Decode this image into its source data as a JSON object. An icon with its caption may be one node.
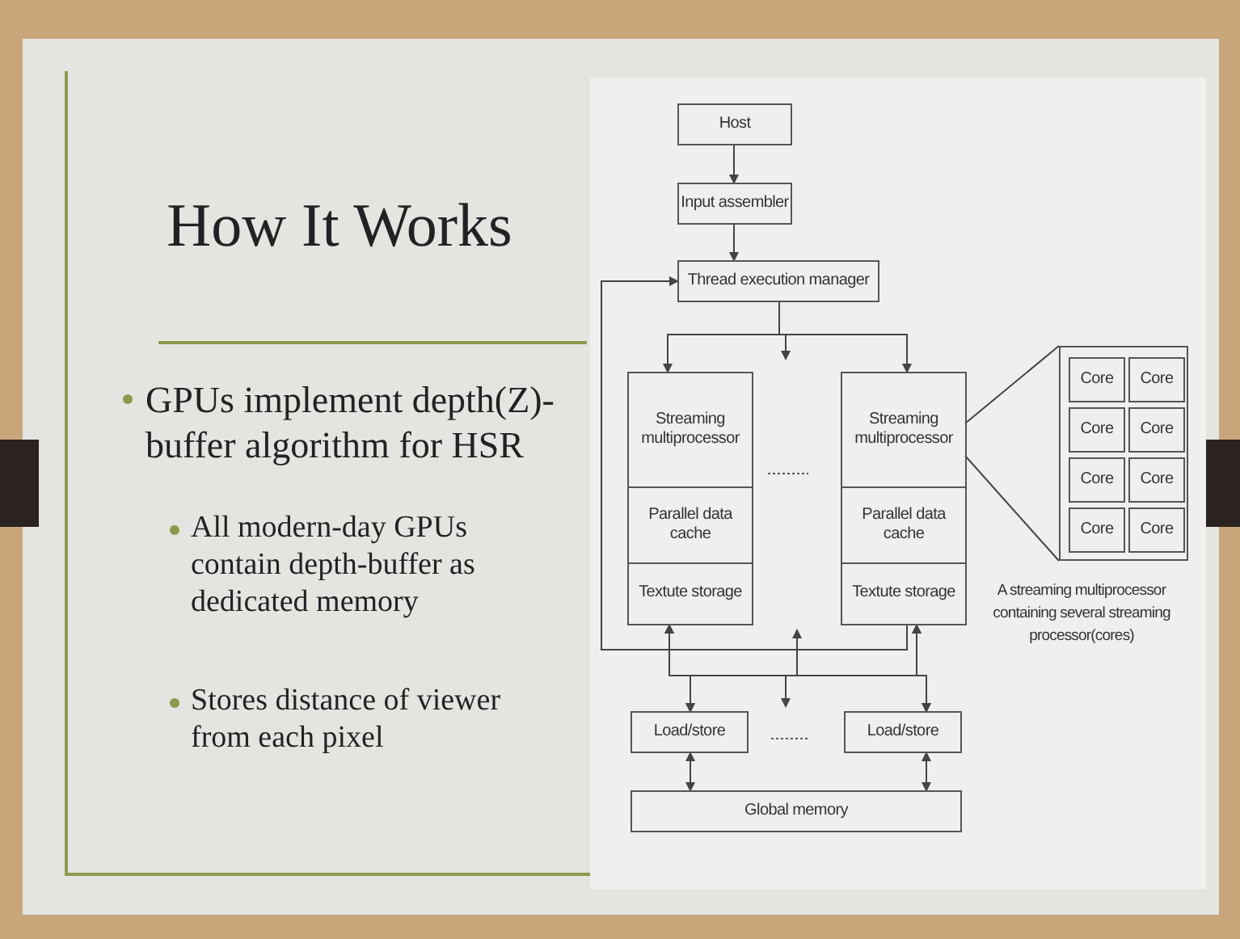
{
  "diagram": {
    "title": "How It Works",
    "nodes": [
      {
        "text": [
          "Host"
        ]
      },
      {
        "text": [
          "Input assembler"
        ]
      },
      {
        "text": [
          "Thread execution manager"
        ]
      },
      {
        "text": [],
        "shape": "box"
      },
      {
        "text": [
          "Streaming multiprocessor"
        ],
        "in": 3
      },
      {
        "text": [
          "Parallel data cache"
        ],
        "in": 3
      },
      {
        "text": [
          "Textute storage"
        ],
        "in": 3
      },
      {
        "text": [],
        "shape": "box"
      },
      {
        "text": [
          "Streaming multiprocessor"
        ],
        "in": 7
      },
      {
        "text": [
          "Parallel data cache"
        ],
        "in": 7
      },
      {
        "text": [
          "Textute storage"
        ],
        "in": 7
      },
      {
        "text": [],
        "shape": "box"
      },
      {
        "text": [
          "Core"
        ],
        "in": 11
      },
      {
        "text": [
          "Core"
        ],
        "in": 11
      },
      {
        "text": [
          "Core"
        ],
        "in": 11
      },
      {
        "text": [
          "Core"
        ],
        "in": 11
      },
      {
        "text": [
          "Core"
        ],
        "in": 11
      },
      {
        "text": [
          "Core"
        ],
        "in": 11
      },
      {
        "text": [
          "Core"
        ],
        "in": 11
      },
      {
        "text": [
          "Core"
        ],
        "in": 11
      },
      {
        "text": [
          "Load/store"
        ]
      },
      {
        "text": [
          "Load/store"
        ]
      },
      {
        "text": [
          "Global memory"
        ]
      }
    ],
    "edges": [
      {
        "from": 0,
        "to": 1,
        "arrow": "to"
      },
      {
        "from": 1,
        "to": 2,
        "arrow": "to"
      },
      {
        "from": 2,
        "to": 3,
        "arrow": "to"
      },
      {
        "from": 2,
        "to": 7,
        "arrow": "to"
      },
      {
        "from": 7,
        "to": 2,
        "arrow": "to"
      },
      {
        "from": 8,
        "to": 11,
        "arrow": "none"
      },
      {
        "from": 8,
        "to": 11,
        "arrow": "none"
      },
      {
        "from": 3,
        "to": 20,
        "arrow": "both"
      },
      {
        "from": 3,
        "to": 21,
        "arrow": "both"
      },
      {
        "from": 7,
        "to": 20,
        "arrow": "both"
      },
      {
        "from": 7,
        "to": 21,
        "arrow": "both"
      },
      {
        "from": 20,
        "to": 22,
        "arrow": "both"
      },
      {
        "from": 21,
        "to": 22,
        "arrow": "both"
      }
    ],
    "labels": [
      "GPUs implement depth(Z)-buffer algorithm for HSR",
      "All modern-day GPUs contain depth-buffer as dedicated memory",
      "Stores distance of viewer from each pixel",
      "A streaming multiprocessor containing several streaming processor(cores)"
    ]
  }
}
